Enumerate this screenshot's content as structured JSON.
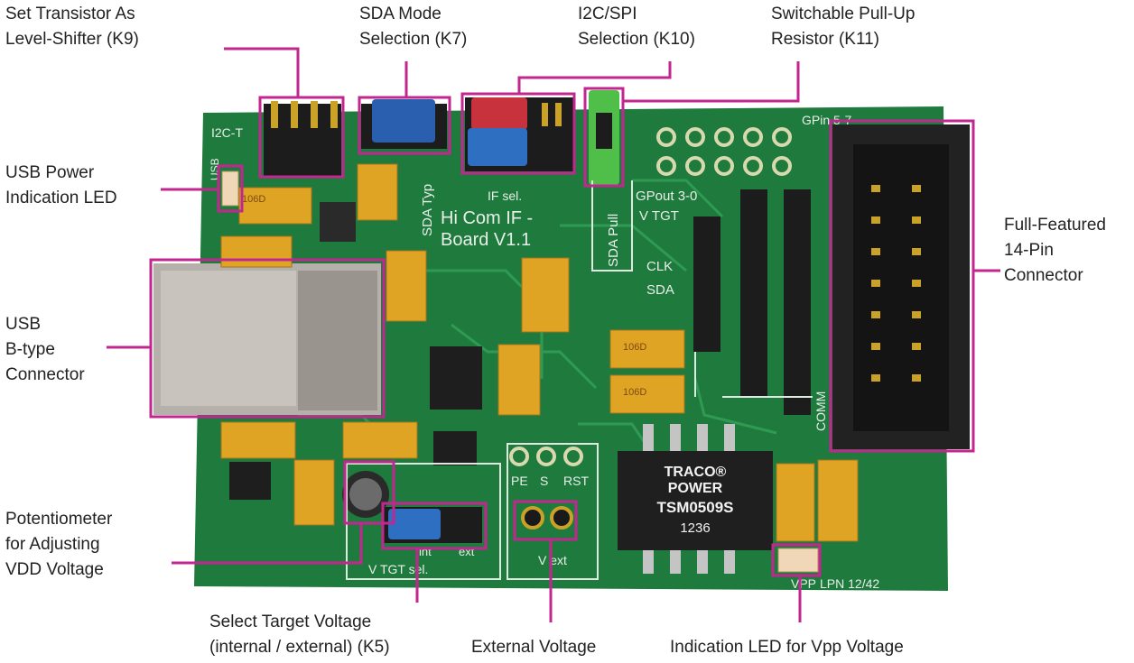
{
  "colors": {
    "annotation": "#c2278f",
    "pcb": "#1f7a3e",
    "label_text": "#222222"
  },
  "labels": {
    "k9": "Set Transistor As\nLevel-Shifter (K9)",
    "k7": "SDA Mode\nSelection (K7)",
    "k10": "I2C/SPI\nSelection (K10)",
    "k11": "Switchable Pull-Up\nResistor (K11)",
    "usb_led": "USB Power\nIndication LED",
    "usb_conn": "USB\nB-type\nConnector",
    "pin14": "Full-Featured\n14-Pin\nConnector",
    "pot": "Potentiometer\nfor Adjusting\nVDD Voltage",
    "k5": "Select Target Voltage\n(internal / external) (K5)",
    "ext_v": "External Voltage",
    "vpp_led": "Indication LED for Vpp Voltage"
  },
  "silkscreen": {
    "i2c_t": "I2C-T",
    "usb": "USB",
    "sda_typ": "SDA Typ",
    "if_sel": "IF sel.",
    "board_line1": "Hi Com IF -",
    "board_line2": "Board V1.1",
    "sda_pull": "SDA Pull",
    "gpin": "GPin 5-7",
    "gpout": "GPout 3-0",
    "vtgt": "V TGT",
    "clk": "CLK",
    "sda": "SDA",
    "comm": "COMM",
    "pe": "PE",
    "s": "S",
    "rst": "RST",
    "int": "int",
    "ext": "ext",
    "vtgt_sel": "V TGT sel.",
    "vext": "V ext",
    "vpp": "VPP",
    "lpn": "LPN 12/42"
  },
  "components": {
    "cap_marking": "106D",
    "traco_line1": "TRACO®",
    "traco_line2": "POWER",
    "traco_line3": "TSM0509S",
    "traco_line4": "1236"
  }
}
